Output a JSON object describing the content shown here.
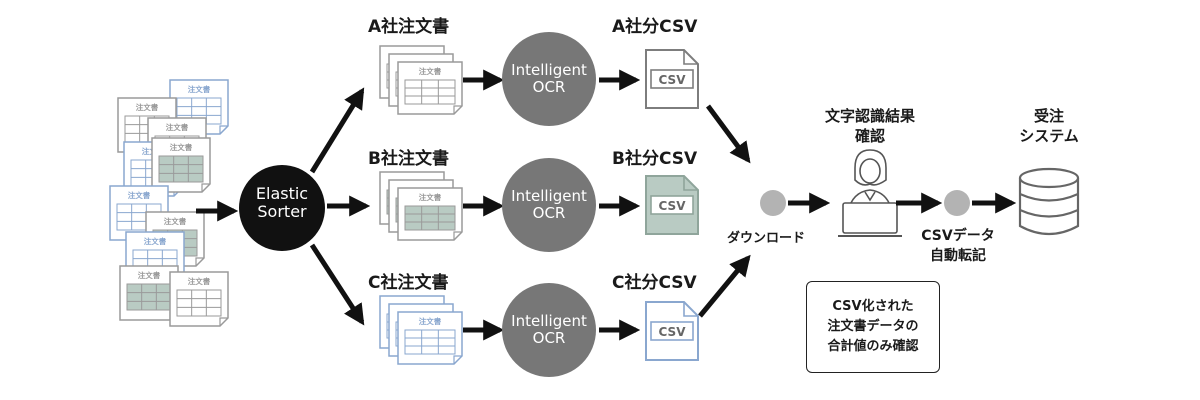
{
  "sorter": {
    "line1": "Elastic",
    "line2": "Sorter"
  },
  "document_stamp": "注文書",
  "companies": [
    {
      "order_label": "A社注文書",
      "csv_label": "A社分CSV",
      "ocr_line1": "Intelligent",
      "ocr_line2": "OCR",
      "csv_icon_text": "CSV"
    },
    {
      "order_label": "B社注文書",
      "csv_label": "B社分CSV",
      "ocr_line1": "Intelligent",
      "ocr_line2": "OCR",
      "csv_icon_text": "CSV"
    },
    {
      "order_label": "C社注文書",
      "csv_label": "C社分CSV",
      "ocr_line1": "Intelligent",
      "ocr_line2": "OCR",
      "csv_icon_text": "CSV"
    }
  ],
  "download_label": "ダウンロード",
  "confirm_label": {
    "line1": "文字認識結果",
    "line2": "確認"
  },
  "transfer_label": {
    "line1": "CSVデータ",
    "line2": "自動転記"
  },
  "system_label": {
    "line1": "受注",
    "line2": "システム"
  },
  "note": {
    "line1": "CSV化された",
    "line2": "注文書データの",
    "line3": "合計値のみ確認"
  },
  "colors": {
    "doc_blue": "#8aa7cf",
    "doc_gray": "#9a9a9a",
    "doc_green_fill": "#b9cbc3",
    "ocr_circle": "#777777",
    "sorter_circle": "#111111",
    "arrow": "#111111",
    "dot": "#b3b3b3",
    "database": "#666666"
  }
}
